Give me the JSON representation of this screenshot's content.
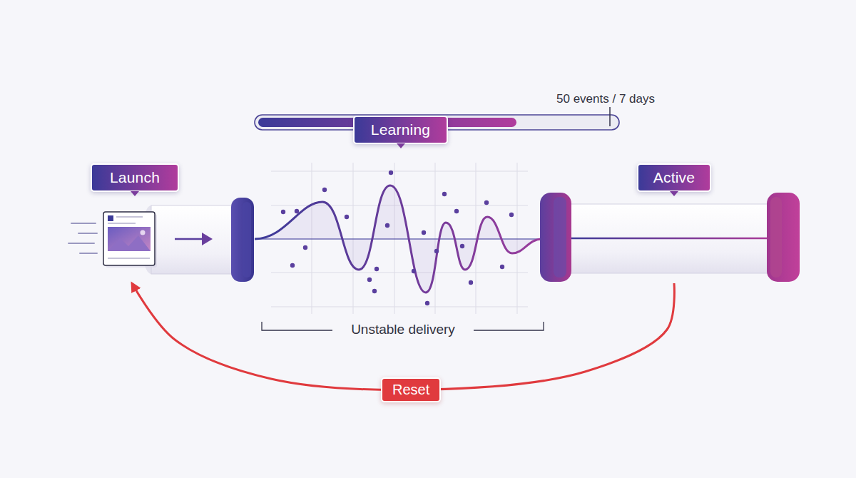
{
  "diagram": {
    "nodes": [
      {
        "text": [
          "Launch"
        ]
      },
      {
        "text": [
          "Learning"
        ]
      },
      {
        "text": [
          "Active"
        ]
      }
    ],
    "edges": [
      {
        "from": 2,
        "to": 0,
        "arrow": "to",
        "label": "Reset"
      }
    ],
    "labels": [
      "50 events / 7 days",
      "Unstable delivery"
    ]
  }
}
